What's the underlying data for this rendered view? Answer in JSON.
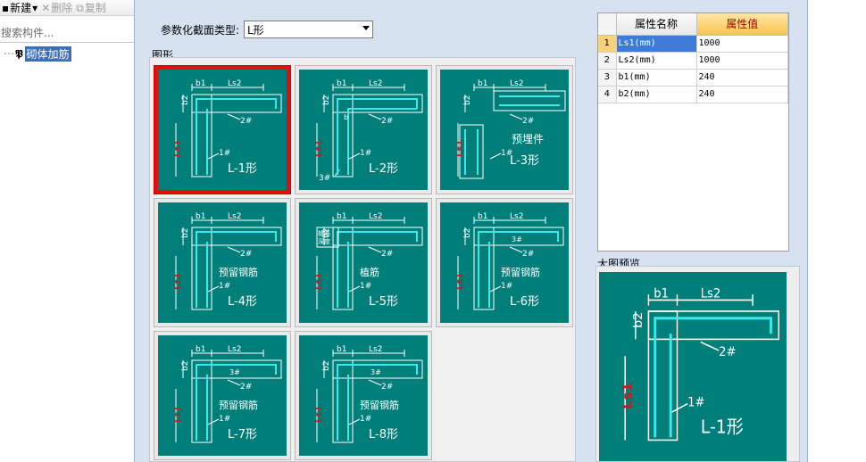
{
  "toolbar": {
    "new_label": "新建",
    "delete_label": "删除",
    "copy_label": "复制"
  },
  "search": {
    "placeholder": "搜索构件..."
  },
  "tree": {
    "item_label": "砌体加筋"
  },
  "dialog": {
    "type_label": "参数化截面类型:",
    "type_value": "L形",
    "group_title": "图形",
    "preview_title": "大图预览"
  },
  "properties": {
    "headers": {
      "name": "属性名称",
      "value": "属性值"
    },
    "rows": [
      {
        "index": "1",
        "name": "Ls1(mm)",
        "value": "1000"
      },
      {
        "index": "2",
        "name": "Ls2(mm)",
        "value": "1000"
      },
      {
        "index": "3",
        "name": "b1(mm)",
        "value": "240"
      },
      {
        "index": "4",
        "name": "b2(mm)",
        "value": "240"
      }
    ]
  },
  "shapes": [
    {
      "label": "L-1形",
      "subtitle": "",
      "selected": true
    },
    {
      "label": "L-2形",
      "subtitle": "",
      "selected": false
    },
    {
      "label": "L-3形",
      "subtitle": "预埋件",
      "selected": false
    },
    {
      "label": "L-4形",
      "subtitle": "预留钢筋",
      "selected": false
    },
    {
      "label": "L-5形",
      "subtitle": "植筋",
      "selected": false
    },
    {
      "label": "L-6形",
      "subtitle": "预留钢筋",
      "selected": false
    },
    {
      "label": "L-7形",
      "subtitle": "预留钢筋",
      "selected": false
    },
    {
      "label": "L-8形",
      "subtitle": "预留钢筋",
      "selected": false
    }
  ],
  "shape_annotations": {
    "b1": "b1",
    "b2": "b2",
    "ls1": "Ls1",
    "ls2": "Ls2",
    "bar1": "1#",
    "bar2": "2#",
    "bar3": "3#",
    "b": "b",
    "anchor_depth": "植筋深度"
  },
  "preview": {
    "label": "L-1形"
  },
  "colors": {
    "teal": "#007f7a",
    "rebar": "#3ee8e8",
    "line": "#ffffff",
    "dimension_red": "#d01818",
    "selection": "#e01010"
  }
}
